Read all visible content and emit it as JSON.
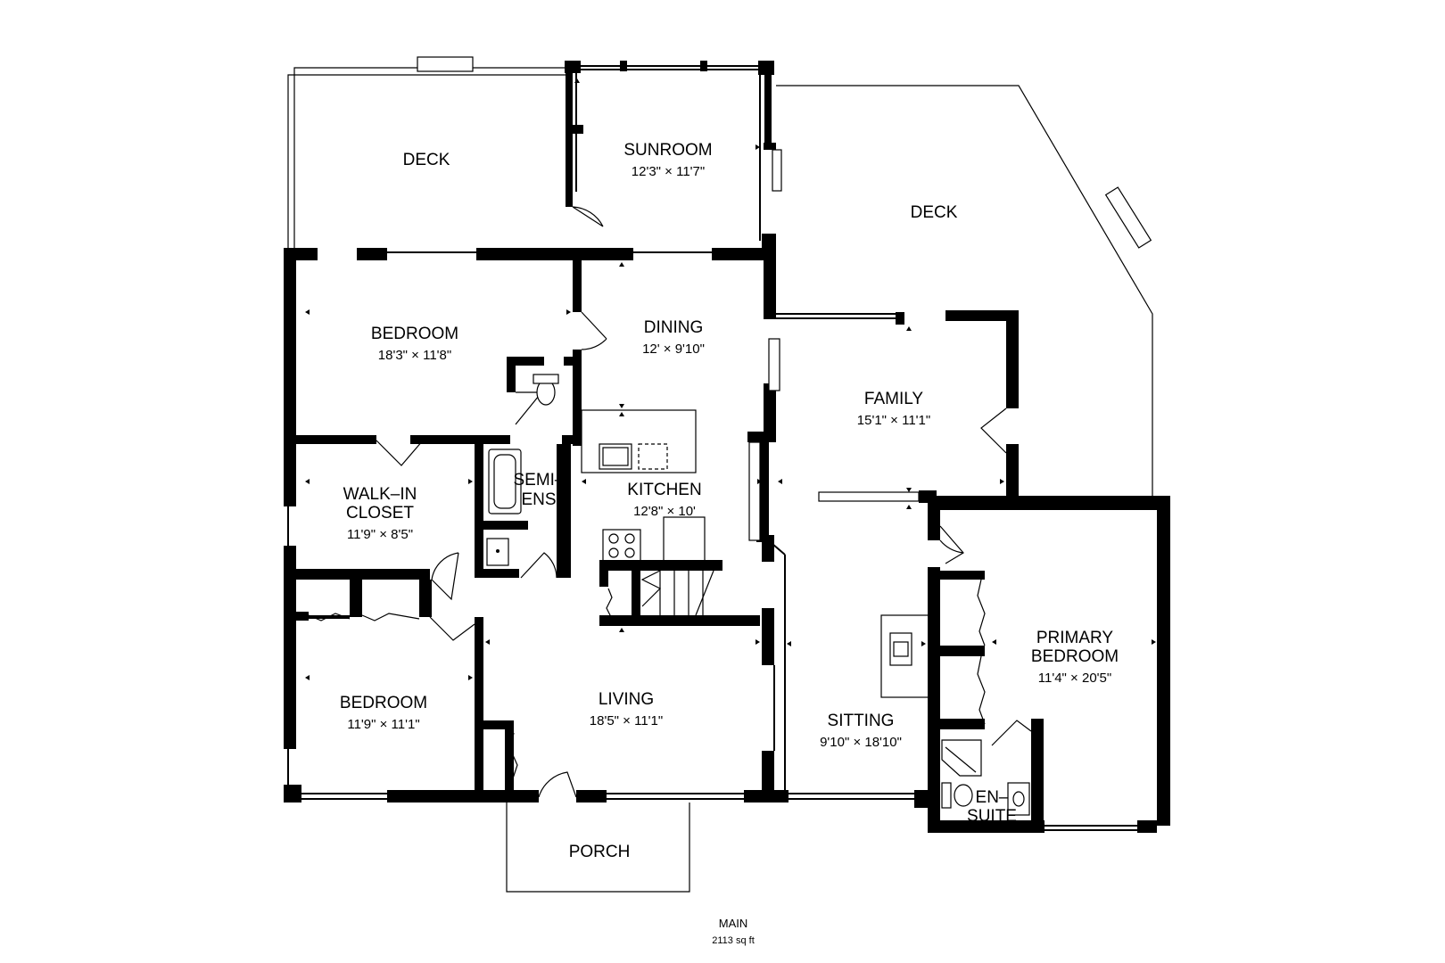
{
  "floor": {
    "name": "MAIN",
    "area": "2113 sq ft"
  },
  "rooms": {
    "deck_left": {
      "name": "DECK"
    },
    "sunroom": {
      "name": "SUNROOM",
      "dims": "12'3\" × 11'7\""
    },
    "deck_right": {
      "name": "DECK"
    },
    "bedroom_top": {
      "name": "BEDROOM",
      "dims": "18'3\" × 11'8\""
    },
    "dining": {
      "name": "DINING",
      "dims": "12' × 9'10\""
    },
    "family": {
      "name": "FAMILY",
      "dims": "15'1\" × 11'1\""
    },
    "walkin": {
      "name_line1": "WALK–IN",
      "name_line2": "CLOSET",
      "dims": "11'9\" × 8'5\""
    },
    "semiens": {
      "name_line1": "SEMI–",
      "name_line2": "ENS"
    },
    "kitchen": {
      "name": "KITCHEN",
      "dims": "12'8\" × 10'"
    },
    "primary": {
      "name_line1": "PRIMARY",
      "name_line2": "BEDROOM",
      "dims": "11'4\" × 20'5\""
    },
    "bedroom_bottom": {
      "name": "BEDROOM",
      "dims": "11'9\" × 11'1\""
    },
    "living": {
      "name": "LIVING",
      "dims": "18'5\" × 11'1\""
    },
    "sitting": {
      "name": "SITTING",
      "dims": "9'10\" × 18'10\""
    },
    "ensuite": {
      "name_line1": "EN–",
      "name_line2": "SUITE"
    },
    "porch": {
      "name": "PORCH"
    }
  }
}
